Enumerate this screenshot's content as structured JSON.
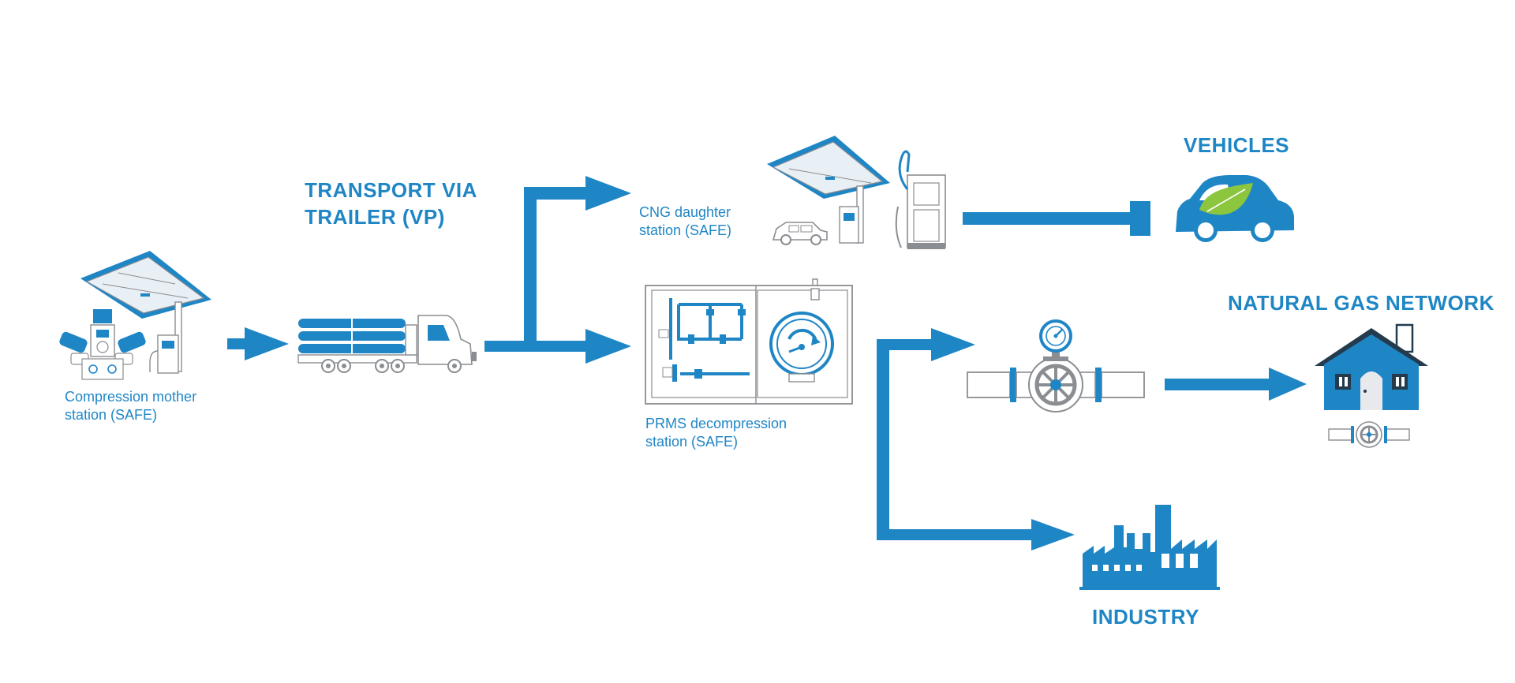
{
  "labels": {
    "mother_station_line1": "Compression mother",
    "mother_station_line2": "station (SAFE)",
    "transport_line1": "TRANSPORT VIA",
    "transport_line2": "TRAILER (VP)",
    "daughter_line1": "CNG daughter",
    "daughter_line2": "station (SAFE)",
    "prms_line1": "PRMS decompression",
    "prms_line2": "station (SAFE)",
    "vehicles": "VEHICLES",
    "network": "NATURAL GAS NETWORK",
    "industry": "INDUSTRY"
  },
  "colors": {
    "primary_blue": "#1f86c6",
    "leaf_green": "#8cc63f",
    "outline_gray": "#8a8d91",
    "dark_roof": "#233b4d"
  },
  "icons": {
    "mother_station": "gas-station-compressor-icon",
    "trailer": "tube-trailer-truck-icon",
    "daughter_station": "fuel-dispenser-station-icon",
    "prms": "decompression-cabinet-icon",
    "valve": "pipeline-valve-icon",
    "vehicle": "eco-car-icon",
    "house": "house-icon",
    "factory": "factory-icon"
  }
}
